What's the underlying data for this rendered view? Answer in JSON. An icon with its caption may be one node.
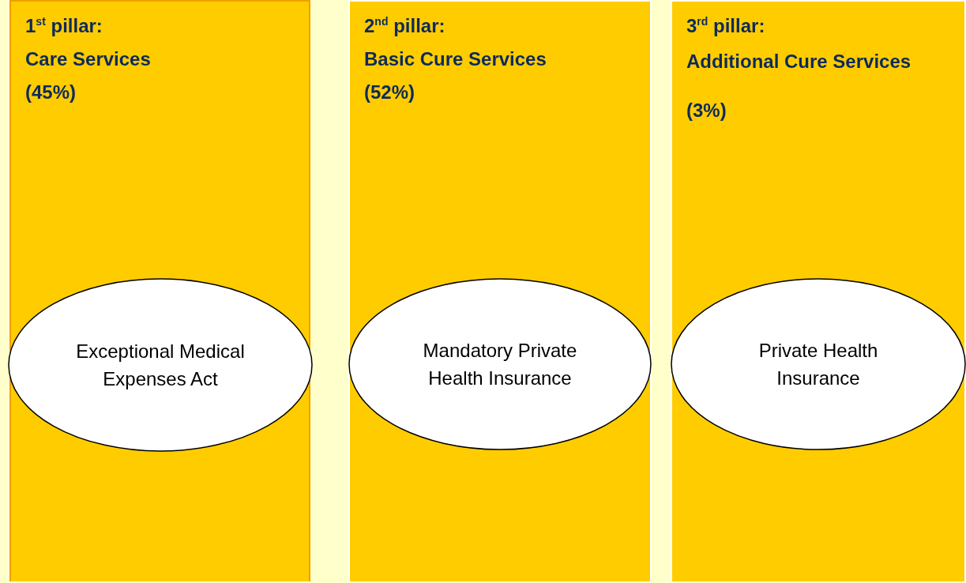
{
  "diagram": {
    "nodes": [
      {
        "text": [
          "1$^{st}$  pillar:",
          "Care Services",
          "(45%)"
        ]
      },
      {
        "text": [
          "Exceptional Medical Expenses Act"
        ],
        "in": 0
      },
      {
        "text": [
          "2$^{nd}$  pillar:",
          "Basic Cure Services",
          "(52%)"
        ]
      },
      {
        "text": [
          "Mandatory Private Health Insurance"
        ],
        "in": 2
      },
      {
        "text": [
          "3$^{rd}$  pillar:",
          "Additional Cure Services",
          "(3%)"
        ]
      },
      {
        "text": [
          "Private Health Insurance"
        ],
        "in": 4
      }
    ]
  }
}
